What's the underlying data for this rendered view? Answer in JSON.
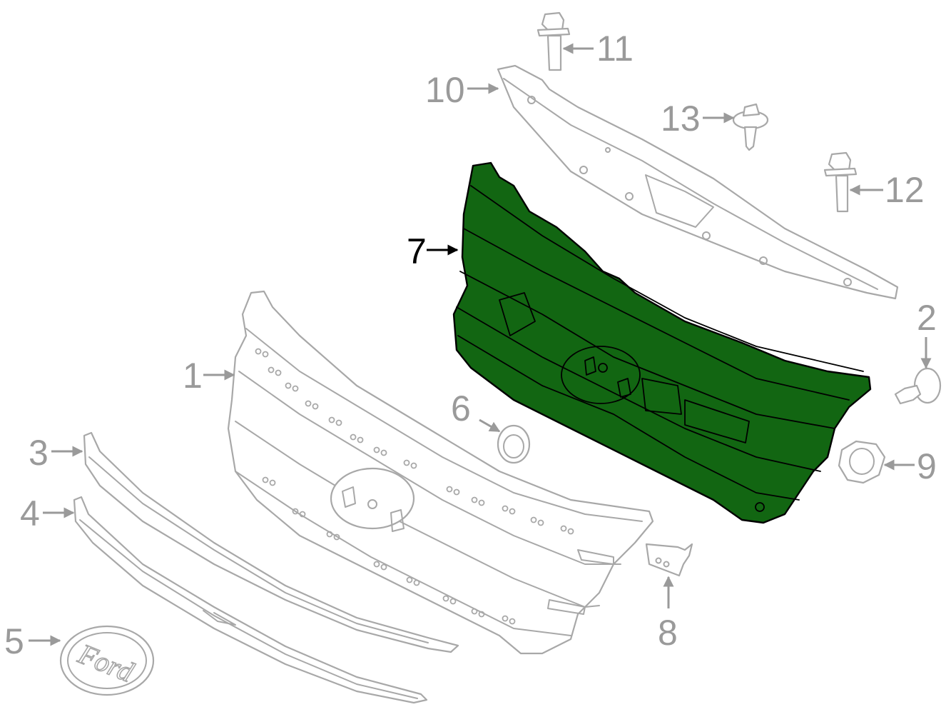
{
  "callouts": [
    {
      "id": "1",
      "label": "1"
    },
    {
      "id": "2",
      "label": "2"
    },
    {
      "id": "3",
      "label": "3"
    },
    {
      "id": "4",
      "label": "4"
    },
    {
      "id": "5",
      "label": "5"
    },
    {
      "id": "6",
      "label": "6"
    },
    {
      "id": "7",
      "label": "7",
      "highlighted": true
    },
    {
      "id": "8",
      "label": "8"
    },
    {
      "id": "9",
      "label": "9"
    },
    {
      "id": "10",
      "label": "10"
    },
    {
      "id": "11",
      "label": "11"
    },
    {
      "id": "12",
      "label": "12"
    },
    {
      "id": "13",
      "label": "13"
    }
  ],
  "emblem_text": "Ford",
  "colors": {
    "highlight_fill": "#126612",
    "highlight_outline": "#000000",
    "part_outline": "#a8a8a8",
    "callout_text": "#9a9a9a",
    "background": "#ffffff"
  }
}
